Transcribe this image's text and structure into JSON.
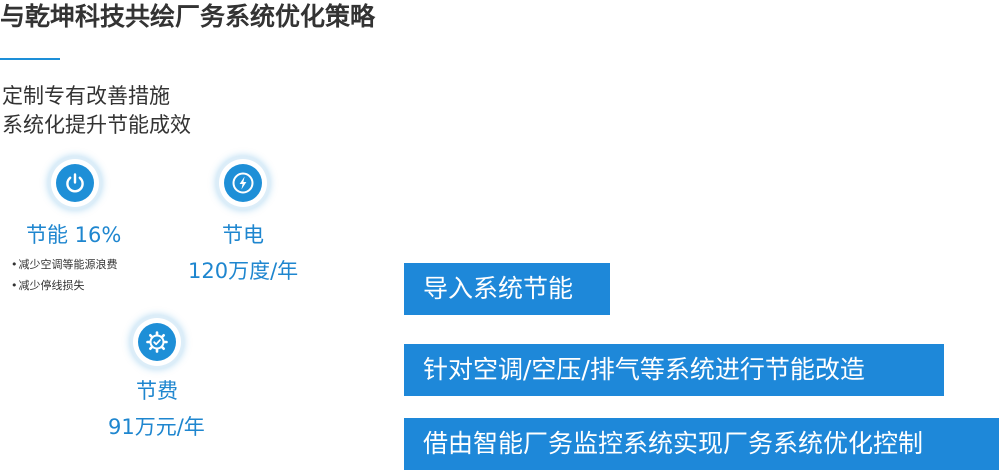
{
  "header": {
    "title": "与乾坤科技共绘厂务系统优化策略"
  },
  "intro": {
    "lines": [
      "定制专有改善措施",
      "系统化提升节能成效"
    ]
  },
  "stats": [
    {
      "icon": "power-icon",
      "label": "节能 16%",
      "bullets": [
        "减少空调等能源浪费",
        "减少停线损失"
      ]
    },
    {
      "icon": "lightning-icon",
      "label": "节电",
      "value": "120万度/年"
    },
    {
      "icon": "gear-check-icon",
      "label": "节费",
      "value": "91万元/年"
    }
  ],
  "banners": [
    "导入系统节能",
    "针对空调/空压/排气等系统进行节能改造",
    "借由智能厂务监控系统实现厂务系统优化控制"
  ],
  "colors": {
    "accent": "#1e88d9",
    "stat_text": "#1e86cf",
    "text": "#333333"
  }
}
